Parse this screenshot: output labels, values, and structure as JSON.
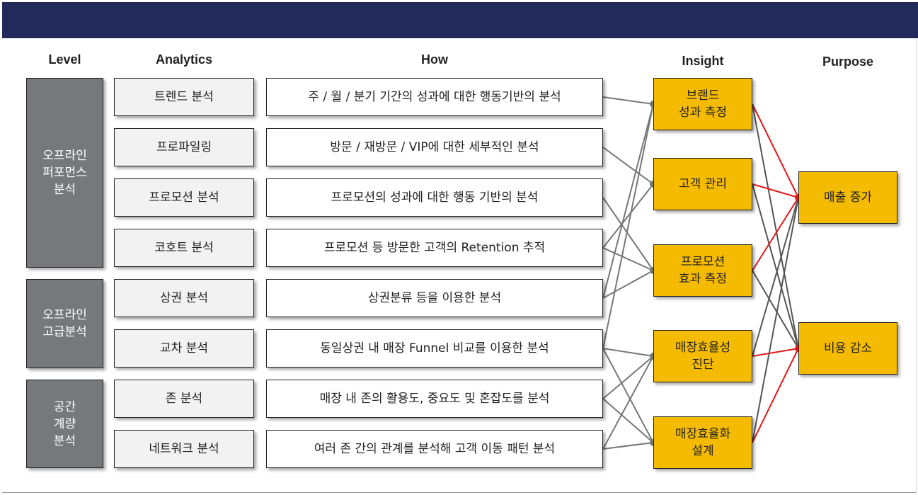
{
  "headers": {
    "level": "Level",
    "analytics": "Analytics",
    "how": "How",
    "insight": "Insight",
    "purpose": "Purpose"
  },
  "levels": [
    {
      "label": "오프라인\n퍼포먼스\n분석"
    },
    {
      "label": "오프라인\n고급분석"
    },
    {
      "label": "공간\n계량\n분석"
    }
  ],
  "rows": [
    {
      "analytics": "트렌드 분석",
      "how": "주 / 월 / 분기 기간의 성과에 대한 행동기반의 분석",
      "insights": [
        0
      ]
    },
    {
      "analytics": "프로파일링",
      "how": "방문 / 재방문 / VIP에 대한 세부적인 분석",
      "insights": [
        1
      ]
    },
    {
      "analytics": "프로모션 분석",
      "how": "프로모션의 성과에 대한 행동 기반의 분석",
      "insights": [
        2
      ]
    },
    {
      "analytics": "코호트 분석",
      "how": "프로모션 등 방문한 고객의 Retention 추적",
      "insights": [
        1,
        2
      ]
    },
    {
      "analytics": "상권 분석",
      "how": "상권분류 등을 이용한 분석",
      "insights": [
        0,
        2
      ]
    },
    {
      "analytics": "교차 분석",
      "how": "동일상권 내 매장 Funnel 비교를 이용한 분석",
      "insights": [
        0,
        3,
        4
      ]
    },
    {
      "analytics": "존 분석",
      "how": "매장 내 존의 활용도, 중요도 및 혼잡도를 분석",
      "insights": [
        3,
        4
      ]
    },
    {
      "analytics": "네트워크 분석",
      "how": "여러 존 간의 관계를 분석해 고객 이동 패턴 분석",
      "insights": [
        3,
        4
      ]
    }
  ],
  "insights": [
    {
      "label": "브랜드\n성과 측정",
      "red": 0
    },
    {
      "label": "고객 관리",
      "red": 0
    },
    {
      "label": "프로모션\n효과 측정",
      "red": 0
    },
    {
      "label": "매장효율성\n진단",
      "red": 1
    },
    {
      "label": "매장효율화\n설계",
      "red": 1
    }
  ],
  "purposes": [
    {
      "label": "매출 증가"
    },
    {
      "label": "비용 감소"
    }
  ],
  "colors": {
    "header": "#222a5c",
    "insight": "#f5bb00",
    "red": "#e3191b",
    "gray": "#777777",
    "dark": "#555555"
  }
}
